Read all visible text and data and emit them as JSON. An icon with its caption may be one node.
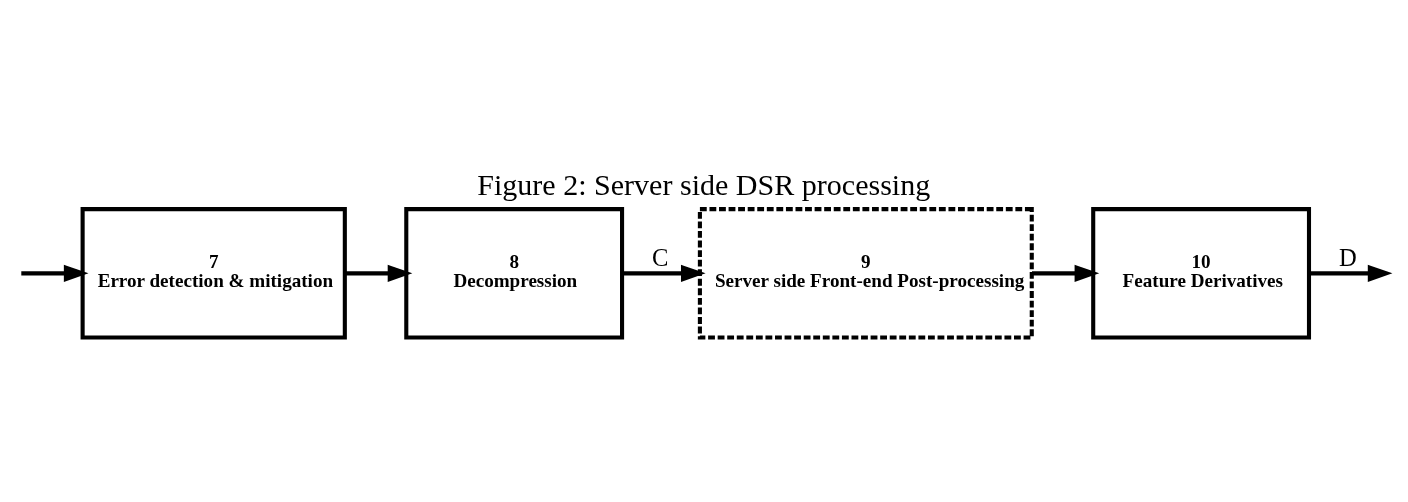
{
  "diagram": {
    "title": "Figure 2: Server side DSR processing",
    "nodes": [
      {
        "text": [
          "7",
          "Error detection & mitigation"
        ]
      },
      {
        "text": [
          "8",
          "Decompression"
        ]
      },
      {
        "text": [
          "9",
          "Server side Front-end Post-processing"
        ]
      },
      {
        "text": [
          "10",
          "Feature Derivatives"
        ]
      }
    ],
    "edges": [
      {
        "from": null,
        "to": 0,
        "arrow": "to"
      },
      {
        "from": 0,
        "to": 1,
        "arrow": "to"
      },
      {
        "from": 1,
        "to": 2,
        "arrow": "to",
        "label": "C"
      },
      {
        "from": 2,
        "to": 3,
        "arrow": "to"
      },
      {
        "from": 3,
        "to": null,
        "arrow": "to",
        "label": "D"
      }
    ]
  }
}
